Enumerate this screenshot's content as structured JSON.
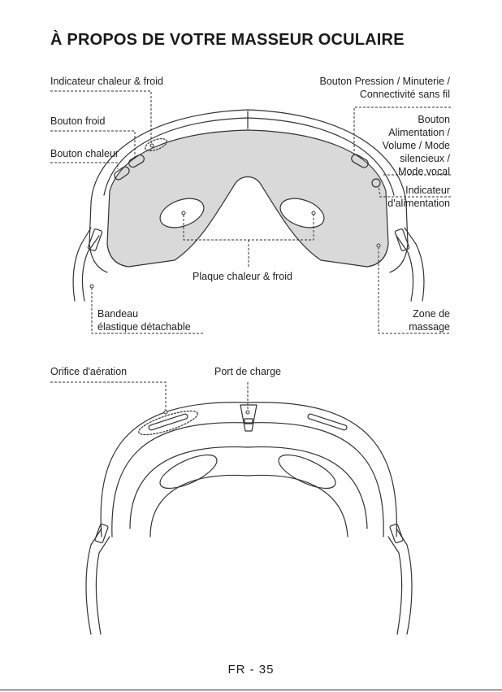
{
  "page": {
    "title": "À PROPOS DE VOTRE MASSEUR OCULAIRE",
    "footer": "FR  -  35"
  },
  "top_labels": {
    "indicator_heat_cold": "Indicateur chaleur & froid",
    "pressure_button": "Bouton Pression / Minuterie /\nConnectivité sans fil",
    "cold_button": "Bouton froid",
    "power_button": "Bouton\nAlimentation /\nVolume / Mode\nsilencieux /\nMode vocal",
    "heat_button": "Bouton chaleur",
    "power_indicator": "Indicateur\nd'alimentation",
    "plate": "Plaque chaleur & froid",
    "strap": "Bandeau\nélastique détachable",
    "massage_zone": "Zone de\nmassage"
  },
  "bottom_labels": {
    "vent": "Orifice d'aération",
    "charging_port": "Port de charge"
  }
}
